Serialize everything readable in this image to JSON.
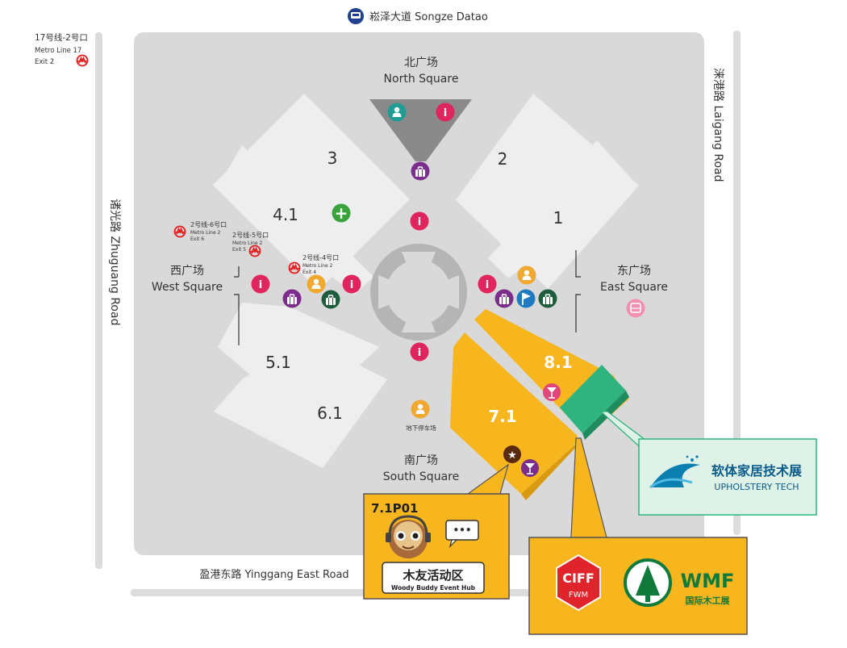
{
  "roads": {
    "north": "崧泽大道 Songze Datao",
    "south": "盈港东路 Yinggang East Road",
    "west": "诸光路 Zhuguang Road",
    "east": "涞港路 Laigang Road"
  },
  "metro_exits": {
    "line17_exit2": {
      "line1": "17号线-2号口",
      "line2": "Metro Line 17",
      "line3": "Exit 2"
    },
    "line2_exit6": {
      "line1": "2号线-6号口",
      "line2": "Metro Line 2",
      "line3": "Exit 6"
    },
    "line2_exit5": {
      "line1": "2号线-5号口",
      "line2": "Metro Line 2",
      "line3": "Exit 5"
    },
    "line2_exit4": {
      "line1": "2号线-4号口",
      "line2": "Metro Line 2",
      "line3": "Exit 4"
    }
  },
  "squares": {
    "north": {
      "cn": "北广场",
      "en": "North Square"
    },
    "south": {
      "cn": "南广场",
      "en": "South Square"
    },
    "west": {
      "cn": "西广场",
      "en": "West Square"
    },
    "east": {
      "cn": "东广场",
      "en": "East Square"
    }
  },
  "halls": {
    "h1": "1",
    "h2": "2",
    "h3": "3",
    "h41": "4.1",
    "h51": "5.1",
    "h61": "6.1",
    "h71": "7.1",
    "h81": "8.1"
  },
  "parking_label": "地下停车场",
  "icon_glyphs": {
    "info": "i",
    "plus": "+",
    "star": "★",
    "cocktail": "Y"
  },
  "callout_event": {
    "code": "7.1P01",
    "title_cn": "木友活动区",
    "title_en": "Woody Buddy Event Hub",
    "bubble": "•••"
  },
  "callout_upholstery": {
    "cn": "软体家居技术展",
    "en": "UPHOLSTERY TECH"
  },
  "callout_logos": {
    "ciff_main": "CIFF",
    "ciff_sub": "FWM",
    "wmf_main": "WMF",
    "wmf_sub": "国际木工展"
  },
  "colors": {
    "venue": "#d9d9d9",
    "hall": "#eeeeee",
    "highlight": "#f7b51e",
    "upholstery": "#2fb37f",
    "info": "#e0245e",
    "person": "#f0a830",
    "luggage": "#7b2d8b",
    "service": "#1f5c3c",
    "metro": "#e21c1c",
    "bus": "#213f8f",
    "flag": "#1f7bc1",
    "first_aid": "#3aa23a",
    "teal": "#1f9c94"
  }
}
